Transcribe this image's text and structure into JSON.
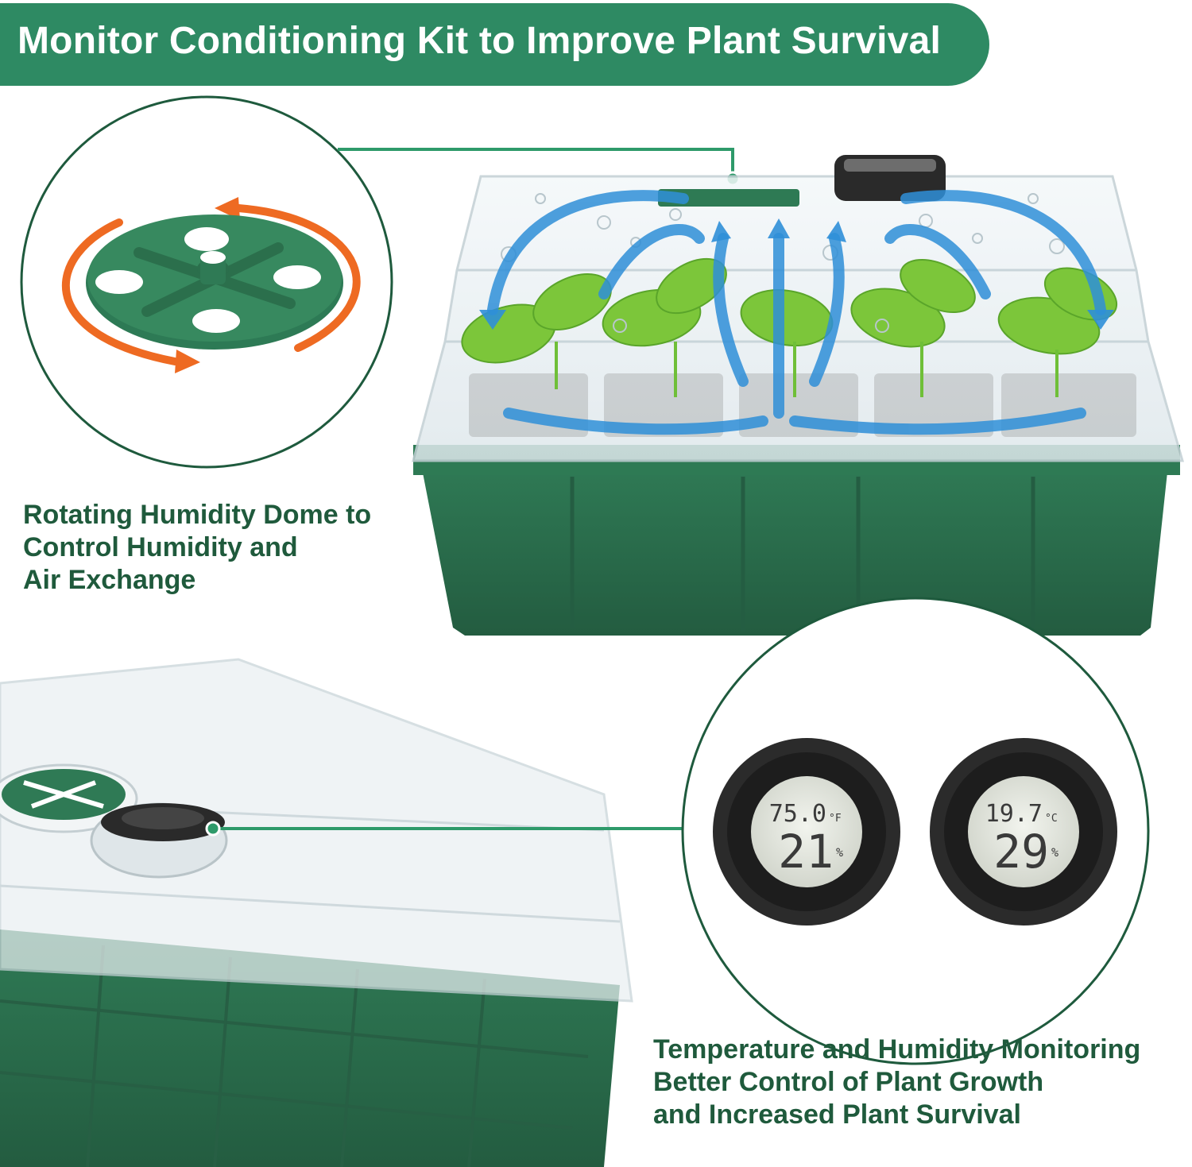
{
  "banner": {
    "title": "Monitor Conditioning Kit to Improve Plant Survival",
    "color": "#2e8a63"
  },
  "callouts": {
    "dome": {
      "lines": [
        "Rotating Humidity Dome to",
        "Control Humidity and",
        "Air Exchange"
      ]
    },
    "monitor": {
      "lines": [
        "Temperature and Humidity Monitoring",
        "Better Control of Plant Growth",
        "and Increased Plant Survival"
      ]
    }
  },
  "hygrometers": [
    {
      "temperature": "75.0",
      "temp_unit": "°F",
      "humidity": "21",
      "humidity_unit": "%"
    },
    {
      "temperature": "19.7",
      "temp_unit": "°C",
      "humidity": "29",
      "humidity_unit": "%"
    }
  ],
  "colors": {
    "accent": "#2e8a63",
    "text": "#1f5a3c",
    "tray": "#2f6e4e",
    "arrow": "#ee6a22",
    "airflow": "#2f8fd8",
    "leaf": "#7cc63a"
  },
  "icons": [
    "vent-disc-icon",
    "rotation-arrows-icon",
    "airflow-arrows-icon",
    "hygrometer-icon"
  ]
}
